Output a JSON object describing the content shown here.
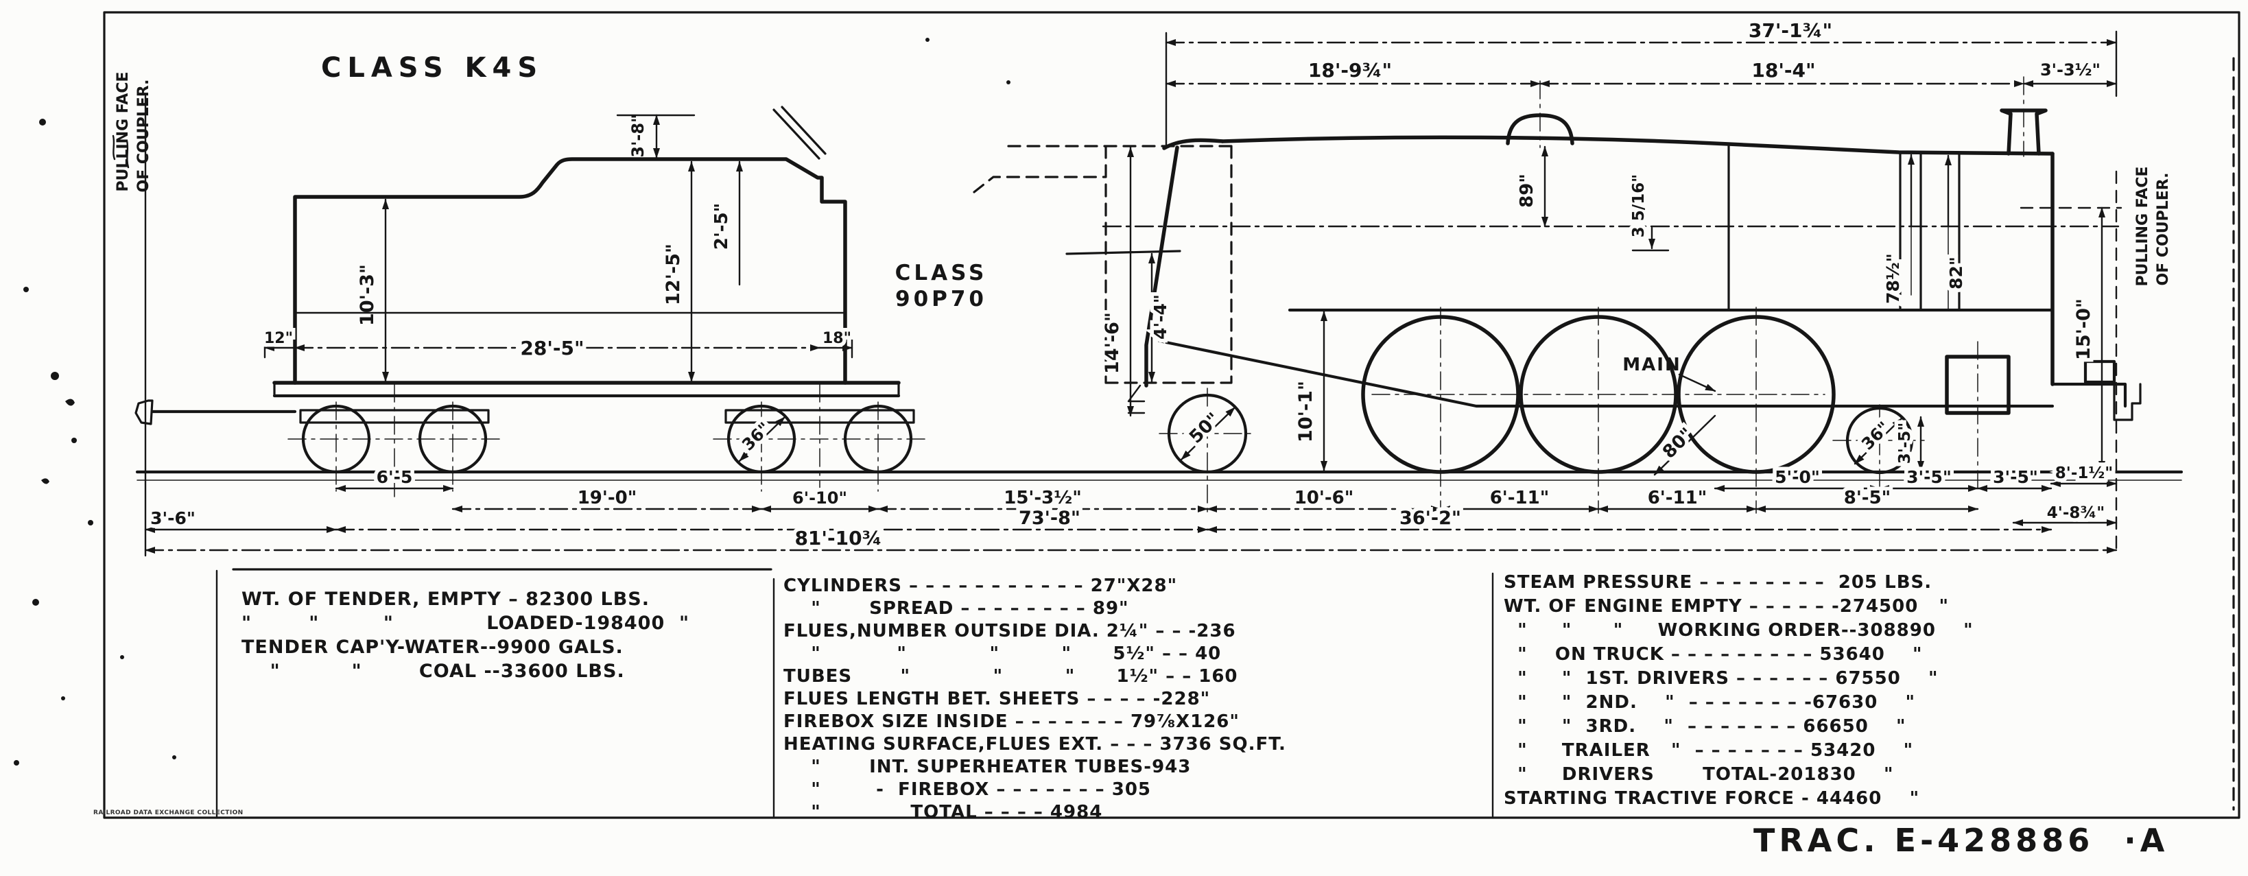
{
  "title": "CLASS K4S",
  "tender_class_line1": "CLASS",
  "tender_class_line2": "90P70",
  "coupler_note_line1": "PULLING FACE",
  "coupler_note_line2": "OF COUPLER.",
  "trace": "TRAC. E-428886  ·A",
  "stamp": "RAILROAD DATA EXCHANGE COLLECTION",
  "dims": {
    "top_overall": "37'-1¾\"",
    "top_left": "18'-9¾\"",
    "top_right": "18'-4\"",
    "top_stack": "3'-3½\"",
    "tender_slope": "3'-8\"",
    "tender_coal": "2'-5\"",
    "tender_height": "12'-5\"",
    "tender_deck": "10'-3\"",
    "tender_truck_centers": "28'-5\"",
    "tender_front_overhang": "12\"",
    "tender_rear_overhang": "18\"",
    "tender_axle1": "6'-5",
    "tender_mid": "19'-0\"",
    "tender_axle2": "6'-10\"",
    "tender_to_engine": "15'-3½\"",
    "tender_coupler": "3'-6\"",
    "trail_to_driver": "10'-6\"",
    "driver1_2": "6'-11\"",
    "driver2_3": "6'-11\"",
    "driver3_truck": "5'-0\"",
    "truck_a": "3'-5\"",
    "truck_b": "3'-5\"",
    "cyl_height": "3'-5\"",
    "front_overhang": "8'-1½\"",
    "drivers_cyl": "8'-5\"",
    "front_b": "4'-8¾\"",
    "engine_wb": "36'-2\"",
    "total_wb": "73'-8\"",
    "overall": "81'-10¾",
    "cab_height": "14'-6\"",
    "cab_lower": "4'-4\"",
    "boiler_dia": "89\"",
    "dome_offset": "3 5/16\"",
    "smokebox_a": "78½\"",
    "smokebox_b": "82\"",
    "board_height": "10'-1\"",
    "front_height": "15'-0\"",
    "wheel_tender": "36\"",
    "wheel_trailing": "50\"",
    "wheel_driver": "80\"",
    "wheel_pilot": "36\"",
    "main_label": "MAIN"
  },
  "tables": {
    "tender": {
      "lines": [
        "WT. OF TENDER, EMPTY – 82300 LBS.",
        "\"        \"         \"             LOADED-198400  \"",
        "TENDER CAP'Y-WATER--9900 GALS.",
        "    \"          \"        COAL --33600 LBS."
      ]
    },
    "boiler": {
      "lines": [
        "CYLINDERS – – – – – – – – – – – 27\"X28\"",
        "    \"       SPREAD – – – – – – – – 89\"",
        "FLUES,NUMBER OUTSIDE DIA. 2¼\" – – -236",
        "    \"           \"            \"         \"      5½\" – – 40",
        "TUBES       \"            \"         \"      1½\" – – 160",
        "FLUES LENGTH BET. SHEETS – – – – -228\"",
        "FIREBOX SIZE INSIDE – – – – – – – 79⅞X126\"",
        "HEATING SURFACE,FLUES EXT. – – – 3736 SQ.FT.",
        "    \"       INT. SUPERHEATER TUBES-943",
        "    \"        -  FIREBOX – – – – – – – 305",
        "    \"             TOTAL – – – – 4984"
      ]
    },
    "weights": {
      "lines": [
        "STEAM PRESSURE – – – – – – – –  205 LBS.",
        "WT. OF ENGINE EMPTY – – – – – -274500   \"",
        "  \"     \"      \"     WORKING ORDER--308890    \"",
        "  \"    ON TRUCK – – – – – – – – – 53640    \"",
        "  \"     \"  1ST. DRIVERS – – – – – – 67550    \"",
        "  \"     \"  2ND.    \"  – – – – – – – -67630    \"",
        "  \"     \"  3RD.    \"  – – – – – – – 66650    \"",
        "  \"     TRAILER   \"  – – – – – – – 53420    \"",
        "  \"     DRIVERS       TOTAL-201830    \"",
        "STARTING TRACTIVE FORCE - 44460    \""
      ]
    }
  }
}
